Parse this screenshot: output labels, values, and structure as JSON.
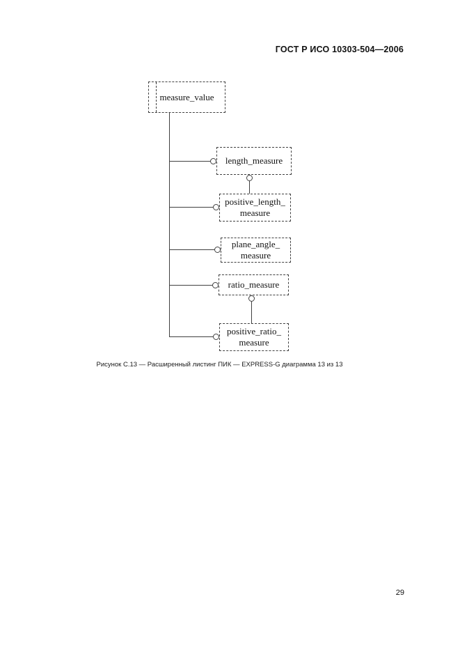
{
  "page": {
    "header": "ГОСТ Р ИСО 10303-504—2006",
    "caption": "Рисунок С.13 — Расширенный листинг ПИК — EXPRESS-G диаграмма 13 из 13",
    "page_number": "29"
  },
  "diagram": {
    "notation": "EXPRESS-G",
    "root": {
      "label": "measure_value",
      "node_type": "select-type"
    },
    "children": [
      {
        "label": "length_measure",
        "node_type": "defined-type"
      },
      {
        "label": "positive_length_\nmeasure",
        "node_type": "defined-type"
      },
      {
        "label": "plane_angle_\nmeasure",
        "node_type": "defined-type"
      },
      {
        "label": "ratio_measure",
        "node_type": "defined-type"
      },
      {
        "label": "positive_ratio_\nmeasure",
        "node_type": "defined-type"
      }
    ],
    "colors": {
      "line": "#3f3f3f",
      "border": "#3f3f3f",
      "text": "#141414",
      "page_background": "#ffffff"
    }
  }
}
